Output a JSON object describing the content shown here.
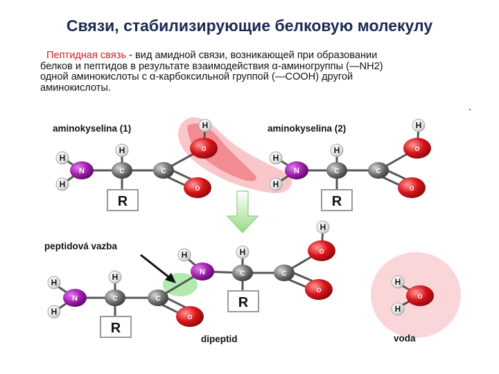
{
  "title": "Связи, стабилизирующие белковую молекулу",
  "paragraph": {
    "term": "Пептидная связь",
    "line1_rest": " - вид амидной связи, возникающей при образовании",
    "line2": "белков и пептидов в результате взаимодействия α-аминогруппы (—NH2)",
    "line3": "одной аминокислоты с α-карбоксильной группой (—COOH) другой",
    "line4": "аминокислоты."
  },
  "dash": "-",
  "diagram": {
    "amino1_label": "aminokyselina (1)",
    "amino2_label": "aminokyselina (2)",
    "peptide_bond_label": "peptidová vazba",
    "dipeptide_label": "dipeptid",
    "water_label": "voda",
    "atoms": {
      "H": "H",
      "N": "N",
      "C": "C",
      "O": "O",
      "R": "R"
    },
    "colors": {
      "nitrogen": "#9b1ba8",
      "carbon": "#6e6e6e",
      "oxygen": "#d8141a",
      "hydrogen": "#e9e9e9",
      "highlight_red": "#f4a3a8",
      "highlight_green": "#a6e6a2",
      "arrow_green": "#96dc86",
      "title": "#1c2a52",
      "term": "#cc2222"
    }
  }
}
